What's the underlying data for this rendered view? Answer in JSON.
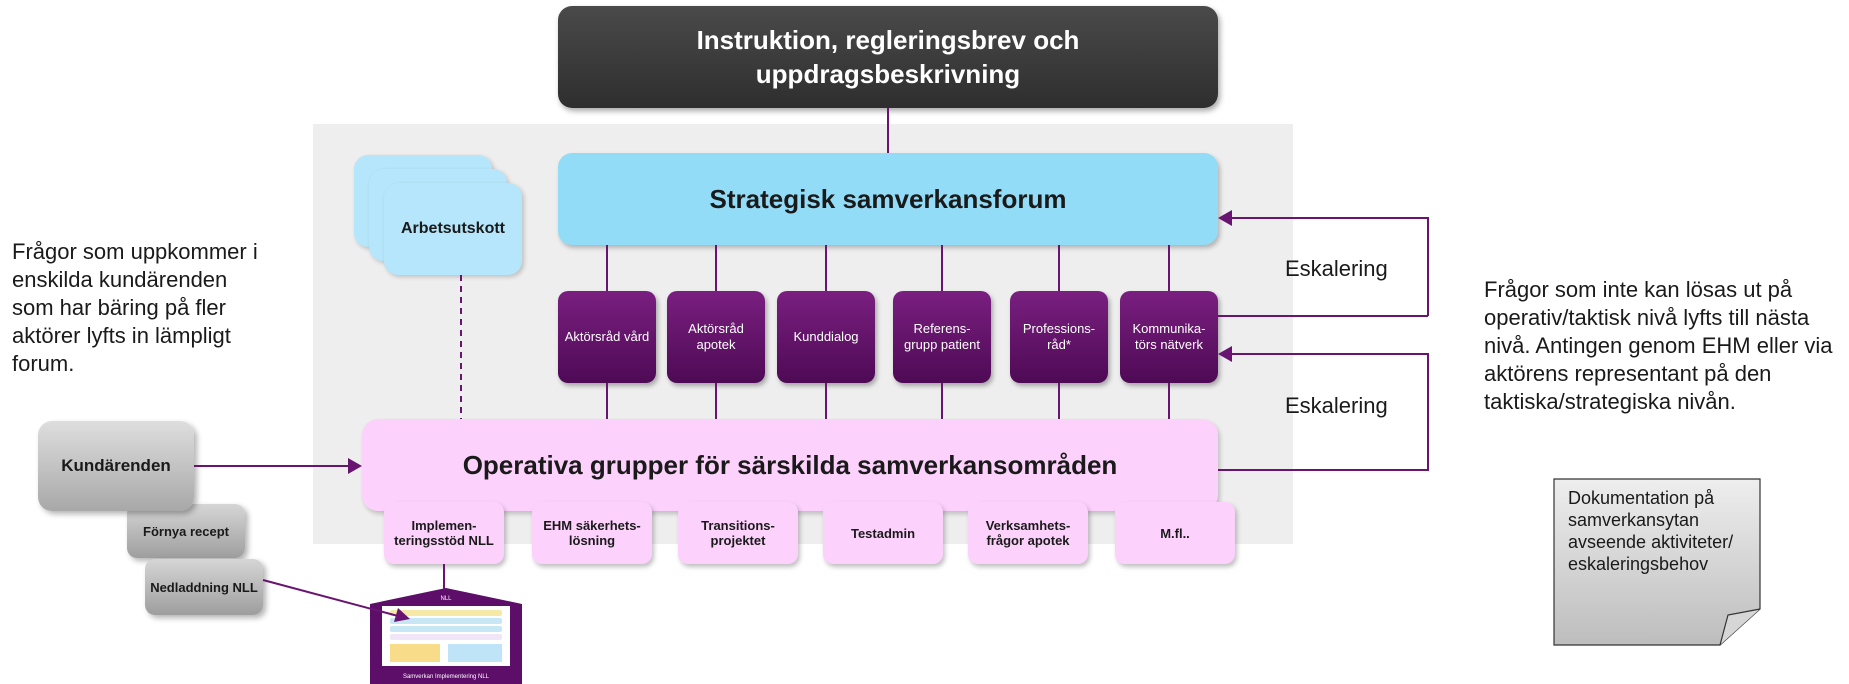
{
  "top_box": {
    "text": "Instruktion, regleringsbrev och uppdragsbeskrivning"
  },
  "strategic_forum": {
    "text": "Strategisk samverkansforum"
  },
  "arbetsutskott": {
    "text": "Arbetsutskott"
  },
  "councils": [
    {
      "text": "Aktörsråd vård"
    },
    {
      "text": "Aktörsråd apotek"
    },
    {
      "text": "Kunddialog"
    },
    {
      "text": "Referens-grupp patient"
    },
    {
      "text": "Professions-råd*"
    },
    {
      "text": "Kommunika-törs nätverk"
    }
  ],
  "operative_groups": {
    "text": "Operativa grupper för särskilda samverkansområden"
  },
  "sub_groups": [
    {
      "text": "Implemen-teringsstöd NLL"
    },
    {
      "text": "EHM säkerhets-lösning"
    },
    {
      "text": "Transitions-projektet"
    },
    {
      "text": "Testadmin"
    },
    {
      "text": "Verksamhets-frågor apotek"
    },
    {
      "text": "M.fl.."
    }
  ],
  "escalation": {
    "upper": "Eskalering",
    "lower": "Eskalering"
  },
  "left_text": "Frågor som uppkommer i enskilda kundärenden som har bäring på fler aktörer lyfts in lämpligt forum.",
  "right_text": "Frågor som inte kan lösas ut på operativ/taktisk nivå lyfts till nästa nivå. Antingen genom EHM eller via aktörens representant på den taktiska/strategiska nivån.",
  "kundarenden": {
    "text": "Kundärenden"
  },
  "fornya_recept": {
    "text": "Förnya recept"
  },
  "nedladdning_nll": {
    "text": "Nedladdning NLL"
  },
  "nll_thumbnail": {
    "roof": "NLL",
    "footer": "Samverkan Implementering NLL"
  },
  "documentation_note": {
    "text": "Dokumentation på samverkansytan avseende aktiviteter/ eskaleringsbehov"
  },
  "colors": {
    "dark_box": "#3a3a3a",
    "strategic": "#93dcf7",
    "council": "#5e1166",
    "operative": "#fcd2fc",
    "arrow": "#6a1472",
    "panel": "#eeeeee"
  }
}
